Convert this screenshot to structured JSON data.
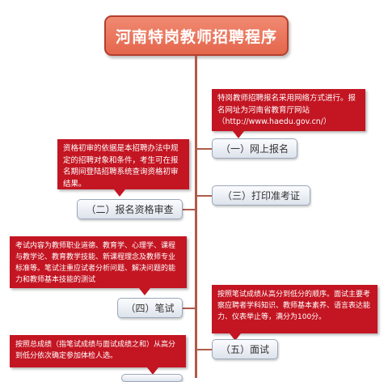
{
  "title": "河南特岗教师招聘程序",
  "steps": [
    {
      "label": "（一）网上报名",
      "note": "特岗教师招聘报名采用网络方式进行。报名网址为河南省教育厅网站（http://www.haedu.gov.cn/）"
    },
    {
      "label": "（二）报名资格审查",
      "note": "资格初审的依据是本招聘办法中规定的招聘对象和条件，考生可在报名期间登陆招聘系统查询资格初审结果。"
    },
    {
      "label": "（三）打印准考证"
    },
    {
      "label": "（四）笔试",
      "note": "考试内容为教师职业道德、教育学、心理学、课程与教学论、教育教学技能、新课程理念及教师专业标准等。笔试注重应试者分析问题、解决问题的能力和教师基本技能的测试"
    },
    {
      "label": "（五）面试",
      "note": "按照笔试成绩从高分到低分的顺序。面试主要考察应聘者学科知识、教师基本素养、语言表达能力、仪表举止等，满分为100分。"
    },
    {
      "note": "按照总成绩（指笔试成绩与面试成绩之和）从高分到低分依次确定参加体检人选。"
    }
  ]
}
